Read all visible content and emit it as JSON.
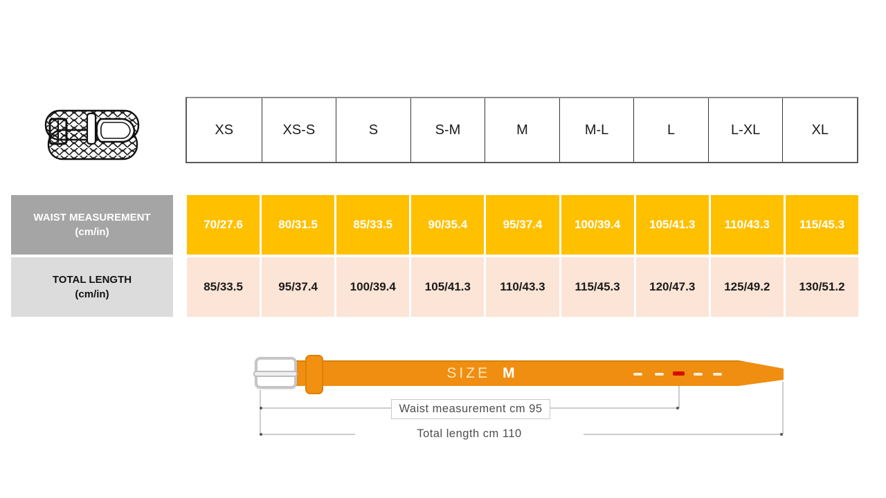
{
  "table": {
    "sizes": [
      "XS",
      "XS-S",
      "S",
      "S-M",
      "M",
      "M-L",
      "L",
      "L-XL",
      "XL"
    ],
    "waist_row": {
      "label": "WAIST MEASUREMENT",
      "unit": "(cm/in)",
      "values": [
        "70/27.6",
        "80/31.5",
        "85/33.5",
        "90/35.4",
        "95/37.4",
        "100/39.4",
        "105/41.3",
        "110/43.3",
        "115/45.3"
      ]
    },
    "total_row": {
      "label": "TOTAL LENGTH",
      "unit": "(cm/in)",
      "values": [
        "85/33.5",
        "95/37.4",
        "100/39.4",
        "105/41.3",
        "110/43.3",
        "115/45.3",
        "120/47.3",
        "125/49.2",
        "130/51.2"
      ]
    }
  },
  "diagram": {
    "size_label": "SIZE",
    "size_value": "M",
    "waist_annotation": "Waist measurement cm 95",
    "total_annotation": "Total length cm 110"
  },
  "icons": {
    "belt_illustration": "braided-belt-icon",
    "hole_markers": "belt-hole-dashes"
  },
  "colors": {
    "waist_cell_bg": "#FFC000",
    "waist_cell_text": "#FFFFFF",
    "total_cell_bg": "#FCE4D6",
    "waist_label_bg": "#A5A5A5",
    "total_label_bg": "#DCDCDC",
    "belt_strap": "#EF8E11",
    "selected_hole": "#D50F00",
    "buckle": "#C6C6C6"
  },
  "chart_data": {
    "type": "table",
    "columns": [
      "Size",
      "XS",
      "XS-S",
      "S",
      "S-M",
      "M",
      "M-L",
      "L",
      "L-XL",
      "XL"
    ],
    "rows": [
      [
        "WAIST MEASUREMENT (cm/in)",
        "70/27.6",
        "80/31.5",
        "85/33.5",
        "90/35.4",
        "95/37.4",
        "100/39.4",
        "105/41.3",
        "110/43.3",
        "115/45.3"
      ],
      [
        "TOTAL LENGTH (cm/in)",
        "85/33.5",
        "95/37.4",
        "100/39.4",
        "105/41.3",
        "110/43.3",
        "115/45.3",
        "120/47.3",
        "125/49.2",
        "130/51.2"
      ]
    ],
    "example_belt": {
      "size": "M",
      "waist_cm": 95,
      "total_length_cm": 110
    }
  }
}
